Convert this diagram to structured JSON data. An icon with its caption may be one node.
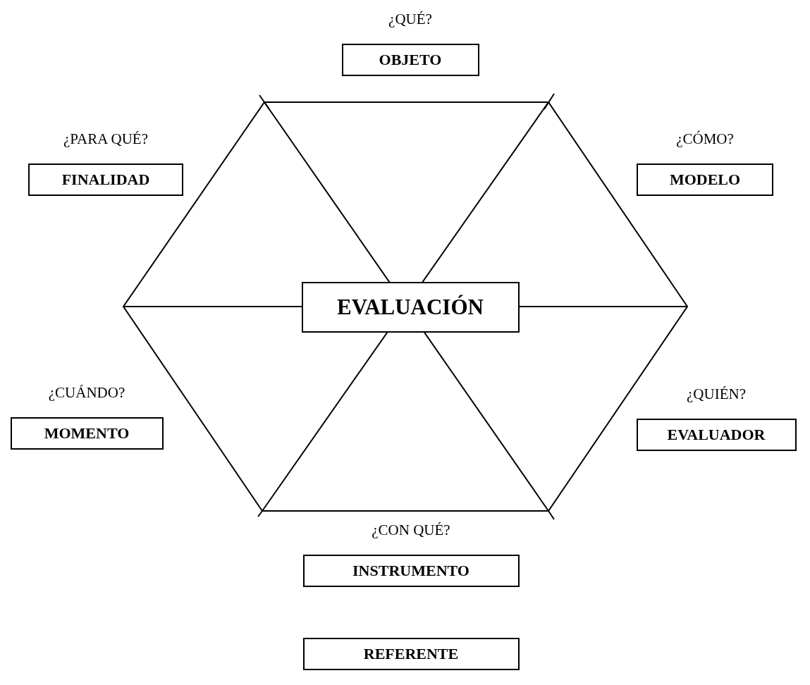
{
  "diagram": {
    "nodes": [
      {
        "text": [
          "¿QUÉ?",
          "OBJETO"
        ]
      },
      {
        "text": [
          "¿PARA QUÉ?",
          "FINALIDAD"
        ]
      },
      {
        "text": [
          "¿CÓMO?",
          "MODELO"
        ]
      },
      {
        "text": [
          "EVALUACIÓN"
        ]
      },
      {
        "text": [
          "¿CUÁNDO?",
          "MOMENTO"
        ]
      },
      {
        "text": [
          "¿QUIÉN?",
          "EVALUADOR"
        ]
      },
      {
        "text": [
          "¿CON QUÉ?",
          "INSTRUMENTO"
        ]
      },
      {
        "text": [
          "REFERENTE"
        ]
      }
    ]
  }
}
